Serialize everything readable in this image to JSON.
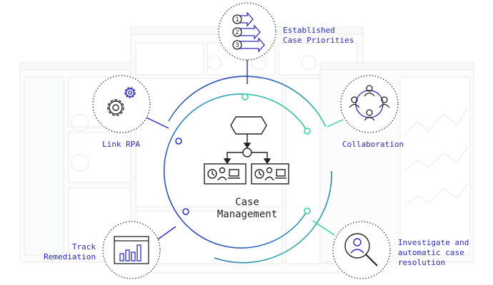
{
  "center": {
    "line1": "Case",
    "line2": "Management"
  },
  "labels": {
    "priorities": "Established\nCase Priorities",
    "rpa": "Link RPA",
    "collaboration": "Collaboration",
    "remediation": "Track\nRemediation",
    "investigate": "Investigate and\nautomatic case\nresolution"
  },
  "priority_numbers": [
    "1",
    "2",
    "3"
  ],
  "colors": {
    "blue": "#2a2abf",
    "green": "#2fd3a0",
    "ink": "#222222",
    "dotted": "#333333"
  }
}
